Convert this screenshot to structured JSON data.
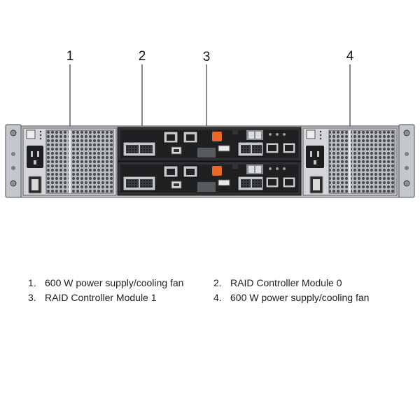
{
  "callouts": [
    "1",
    "2",
    "3",
    "4"
  ],
  "legend": [
    {
      "num": "1.",
      "text": "600 W power supply/cooling fan"
    },
    {
      "num": "2.",
      "text": "RAID Controller Module 0"
    },
    {
      "num": "3.",
      "text": "RAID Controller Module 1"
    },
    {
      "num": "4.",
      "text": "600 W power supply/cooling fan"
    }
  ],
  "colors": {
    "chassis": "#c4c7cb",
    "module": "#2f3033",
    "board": "#1f2022",
    "accent": "#e8682a"
  },
  "icons": [
    "power-inlet-icon",
    "power-switch-icon",
    "thumbscrew-icon",
    "ethernet-port-icon",
    "usb-port-icon",
    "sas-port-icon",
    "release-latch-icon"
  ]
}
